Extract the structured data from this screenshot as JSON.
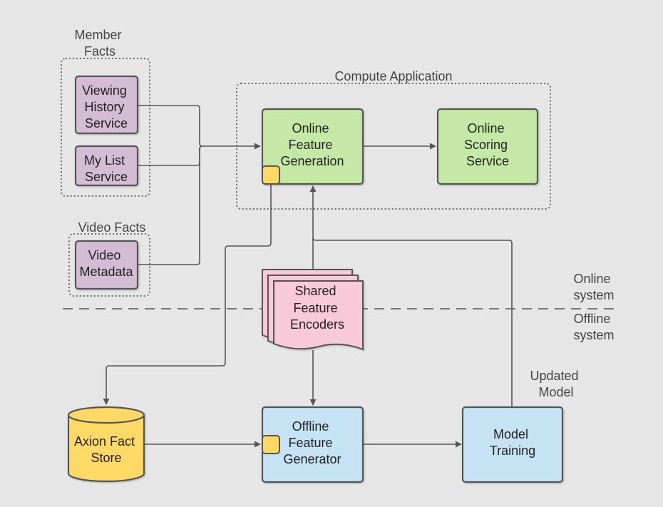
{
  "colors": {
    "background": "#e6e6e6",
    "purple_fill": "#d4bdd4",
    "green_fill": "#c6e8a6",
    "pink_fill": "#f8c9d8",
    "blue_fill": "#c5e3f5",
    "yellow_fill": "#ffd966",
    "stroke": "#555555"
  },
  "groups": {
    "member_facts": {
      "label": [
        "Member",
        "Facts"
      ]
    },
    "compute_application": {
      "label": [
        "Compute Application"
      ]
    },
    "video_facts": {
      "label": [
        "Video Facts"
      ]
    }
  },
  "nodes": {
    "viewing_history_service": {
      "lines": [
        "Viewing",
        "History",
        "Service"
      ]
    },
    "my_list_service": {
      "lines": [
        "My List",
        "Service"
      ]
    },
    "video_metadata": {
      "lines": [
        "Video",
        "Metadata"
      ]
    },
    "online_feature_generation": {
      "lines": [
        "Online",
        "Feature",
        "Generation"
      ]
    },
    "online_scoring_service": {
      "lines": [
        "Online",
        "Scoring",
        "Service"
      ]
    },
    "shared_feature_encoders": {
      "lines": [
        "Shared",
        "Feature",
        "Encoders"
      ]
    },
    "axion_fact_store": {
      "lines": [
        "Axion Fact",
        "Store"
      ]
    },
    "offline_feature_generator": {
      "lines": [
        "Offline",
        "Feature",
        "Generator"
      ]
    },
    "model_training": {
      "lines": [
        "Model",
        "Training"
      ]
    }
  },
  "labels": {
    "online_system": [
      "Online",
      "system"
    ],
    "offline_system": [
      "Offline",
      "system"
    ],
    "updated_model": [
      "Updated",
      "Model"
    ]
  }
}
